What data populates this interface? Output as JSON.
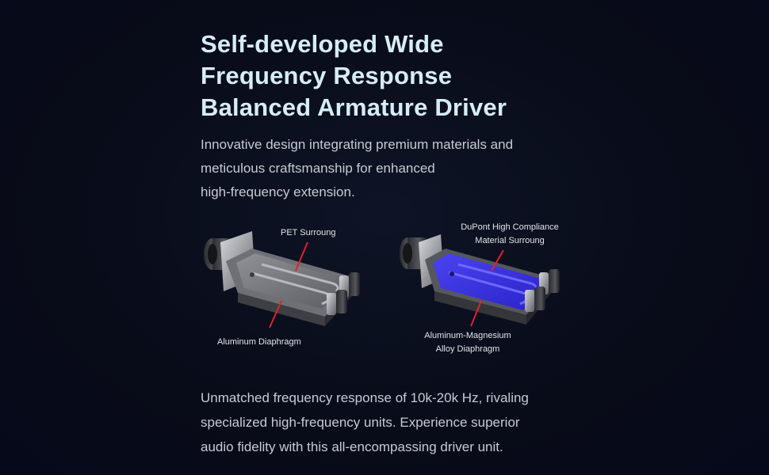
{
  "heading": {
    "lines": [
      "Self-developed Wide",
      "Frequency Response",
      "Balanced Armature Driver"
    ]
  },
  "intro": {
    "lines": [
      "Innovative design integrating premium materials and",
      "meticulous craftsmanship for enhanced",
      "high-frequency extension."
    ]
  },
  "left_driver": {
    "top_label": "PET Surroung",
    "bottom_label": "Aluminum Diaphragm"
  },
  "right_driver": {
    "top_label_lines": [
      "DuPont High Compliance",
      "Material Surroung"
    ],
    "bottom_label_lines": [
      "Aluminum-Magnesium",
      "Alloy Diaphragm"
    ]
  },
  "outro": {
    "lines": [
      "Unmatched frequency response of 10k-20k Hz, rivaling",
      "specialized high-frequency units. Experience superior",
      "audio fidelity with this all-encompassing driver unit."
    ]
  },
  "colors": {
    "background": "#080c1a",
    "heading": "#d6ecf7",
    "body_text": "#c7cbd4",
    "pointer": "#e0222a",
    "left_diaphragm": "#8a8c92",
    "right_diaphragm": "#3a34e0"
  }
}
